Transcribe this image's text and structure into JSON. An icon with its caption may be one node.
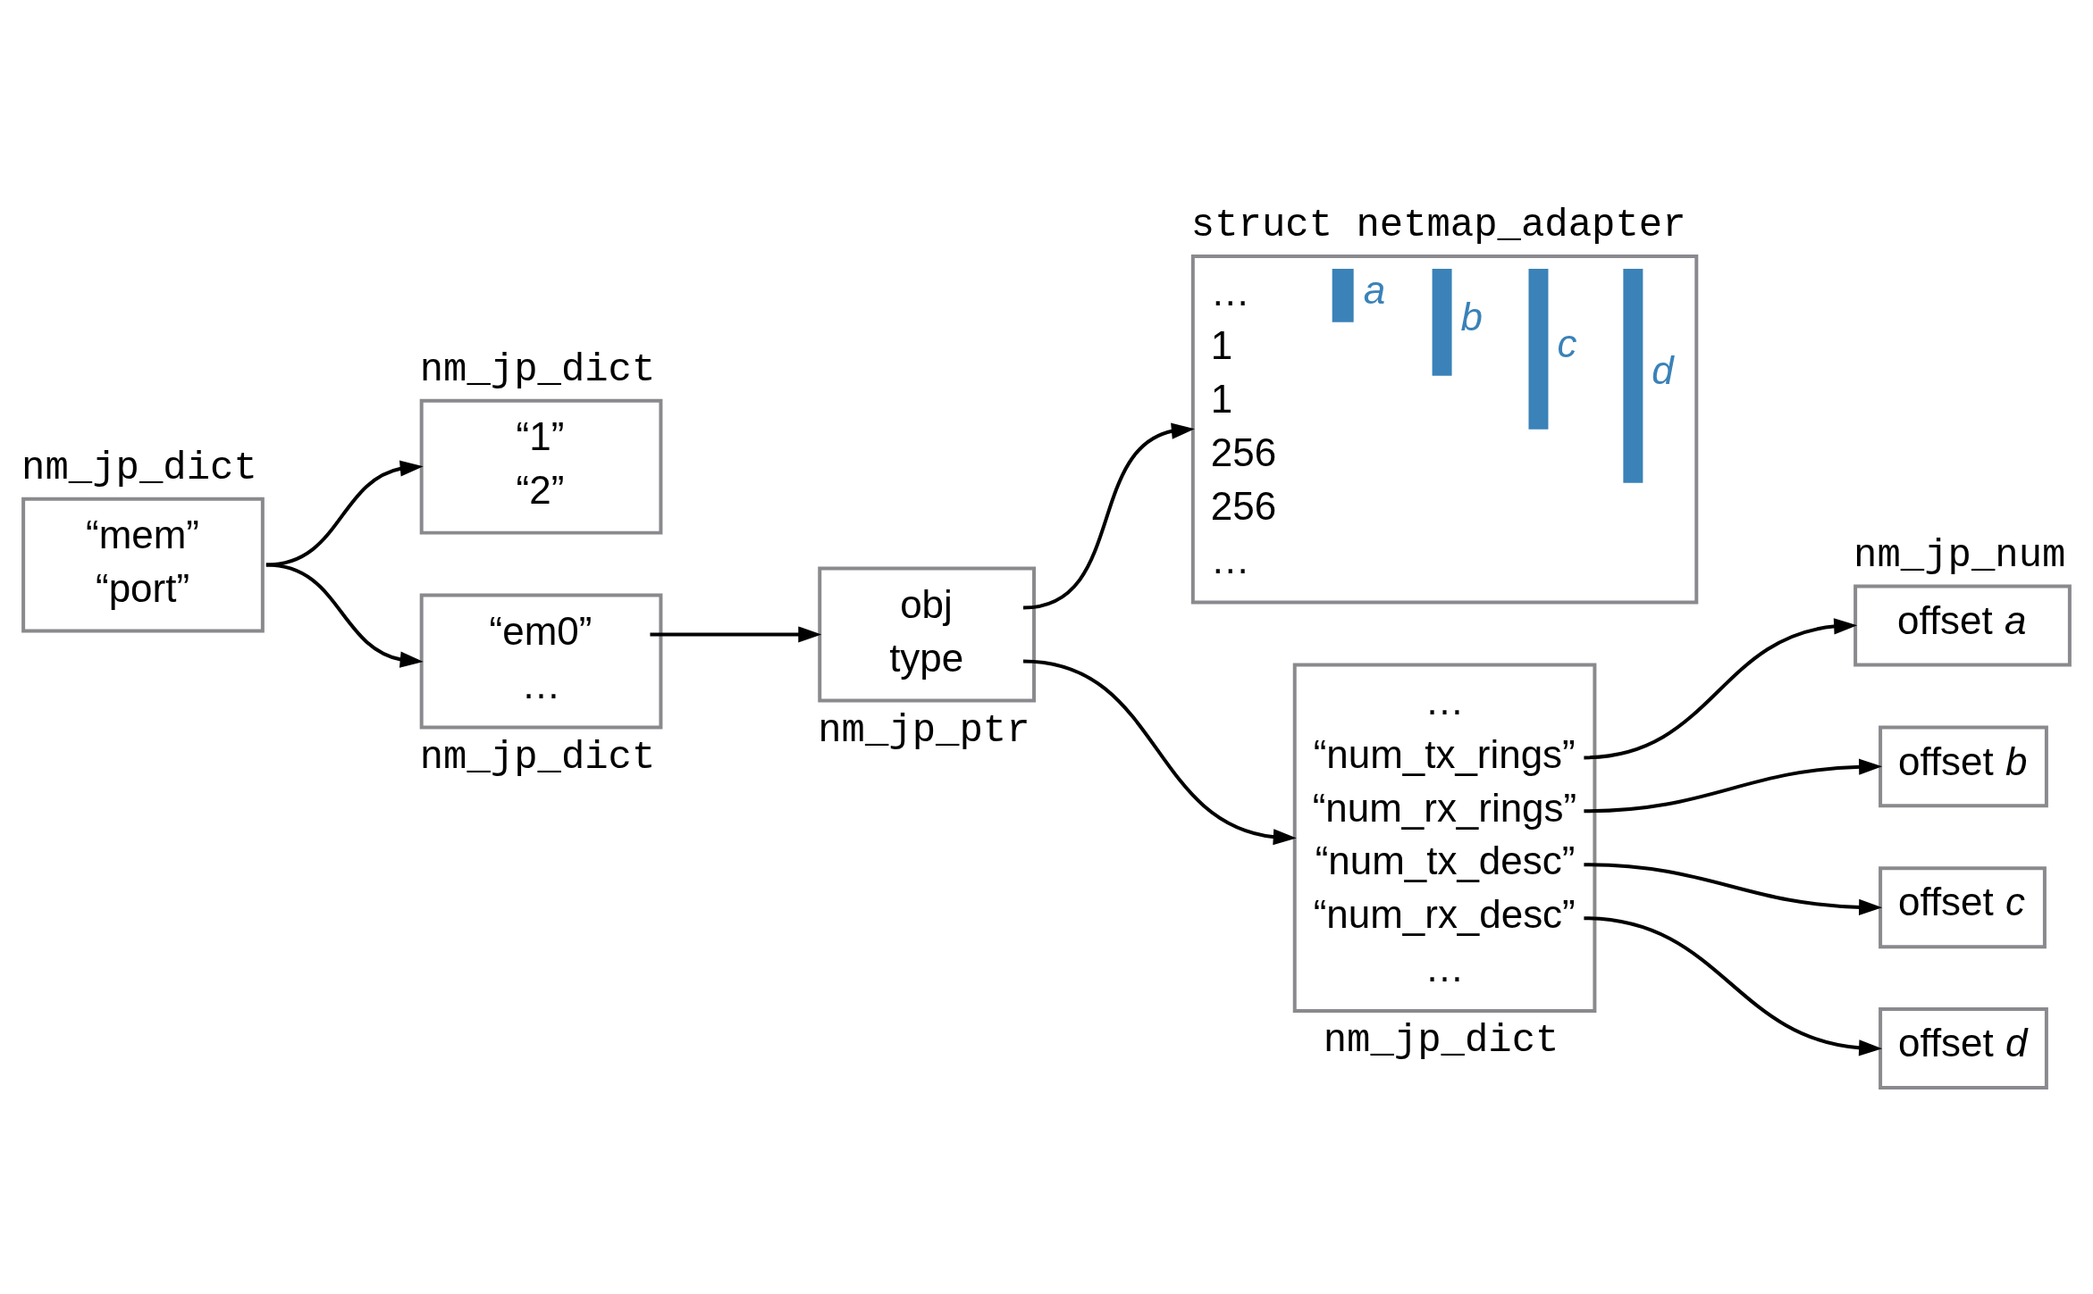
{
  "diagram": {
    "nodes": [
      {
        "text": [
          "“mem”",
          "“port”"
        ],
        "beside": [
          "nm_jp_dict"
        ]
      },
      {
        "text": [
          "“1”",
          "“2”"
        ],
        "beside": [
          "nm_jp_dict"
        ]
      },
      {
        "text": [
          "“em0”",
          "…"
        ],
        "beside": [
          "nm_jp_dict"
        ]
      },
      {
        "text": [
          "obj",
          "type"
        ],
        "beside": [
          "nm_jp_ptr"
        ]
      },
      {
        "text": [
          "…",
          "1",
          "1",
          "256",
          "256",
          "…"
        ],
        "beside": [
          "struct netmap_adapter"
        ]
      },
      {
        "text": [
          "…",
          "“num_tx_rings”",
          "“num_rx_rings”",
          "“num_tx_desc”",
          "“num_rx_desc”",
          "…"
        ],
        "beside": [
          "nm_jp_dict"
        ]
      },
      {
        "text": [
          "offset *a*"
        ],
        "beside": [
          "nm_jp_num"
        ]
      },
      {
        "text": [
          "offset *b*"
        ]
      },
      {
        "text": [
          "offset *c*"
        ]
      },
      {
        "text": [
          "offset *d*"
        ]
      }
    ],
    "edges": [
      {
        "from": 0,
        "to": 1,
        "arrow": "to"
      },
      {
        "from": 0,
        "to": 2,
        "arrow": "to"
      },
      {
        "from": 2,
        "to": 3,
        "arrow": "to"
      },
      {
        "from": 3,
        "to": 4,
        "arrow": "to"
      },
      {
        "from": 3,
        "to": 5,
        "arrow": "to"
      },
      {
        "from": 5,
        "to": 6,
        "arrow": "to"
      },
      {
        "from": 5,
        "to": 7,
        "arrow": "to"
      },
      {
        "from": 5,
        "to": 8,
        "arrow": "to"
      },
      {
        "from": 5,
        "to": 9,
        "arrow": "to"
      }
    ],
    "labels": [
      "a",
      "b",
      "c",
      "d"
    ]
  }
}
